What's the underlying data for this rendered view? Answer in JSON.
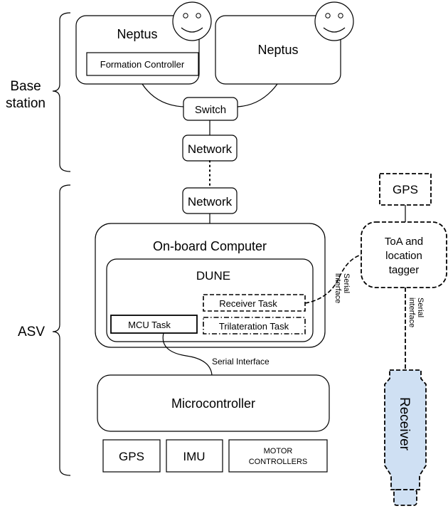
{
  "groups": {
    "base_station_line1": "Base",
    "base_station_line2": "station",
    "asv": "ASV"
  },
  "base_station": {
    "neptus_left": "Neptus",
    "neptus_right": "Neptus",
    "formation_controller": "Formation Controller",
    "switch": "Switch",
    "network": "Network"
  },
  "asv": {
    "network": "Network",
    "onboard_computer": "On-board Computer",
    "dune": "DUNE",
    "receiver_task": "Receiver Task",
    "trilateration_task": "Trilateration Task",
    "mcu_task": "MCU Task",
    "serial_interface": "Serial Interface",
    "microcontroller": "Microcontroller",
    "gps": "GPS",
    "imu": "IMU",
    "motor_controllers_line1": "MOTOR",
    "motor_controllers_line2": "CONTROLLERS"
  },
  "external": {
    "gps": "GPS",
    "toa_line1": "ToA and",
    "toa_line2": "location",
    "toa_line3": "tagger",
    "serial_iface_line1": "Serial",
    "serial_iface_line2": "interface",
    "receiver": "Receiver"
  },
  "colors": {
    "receiver_fill": "#cfe0f3"
  }
}
